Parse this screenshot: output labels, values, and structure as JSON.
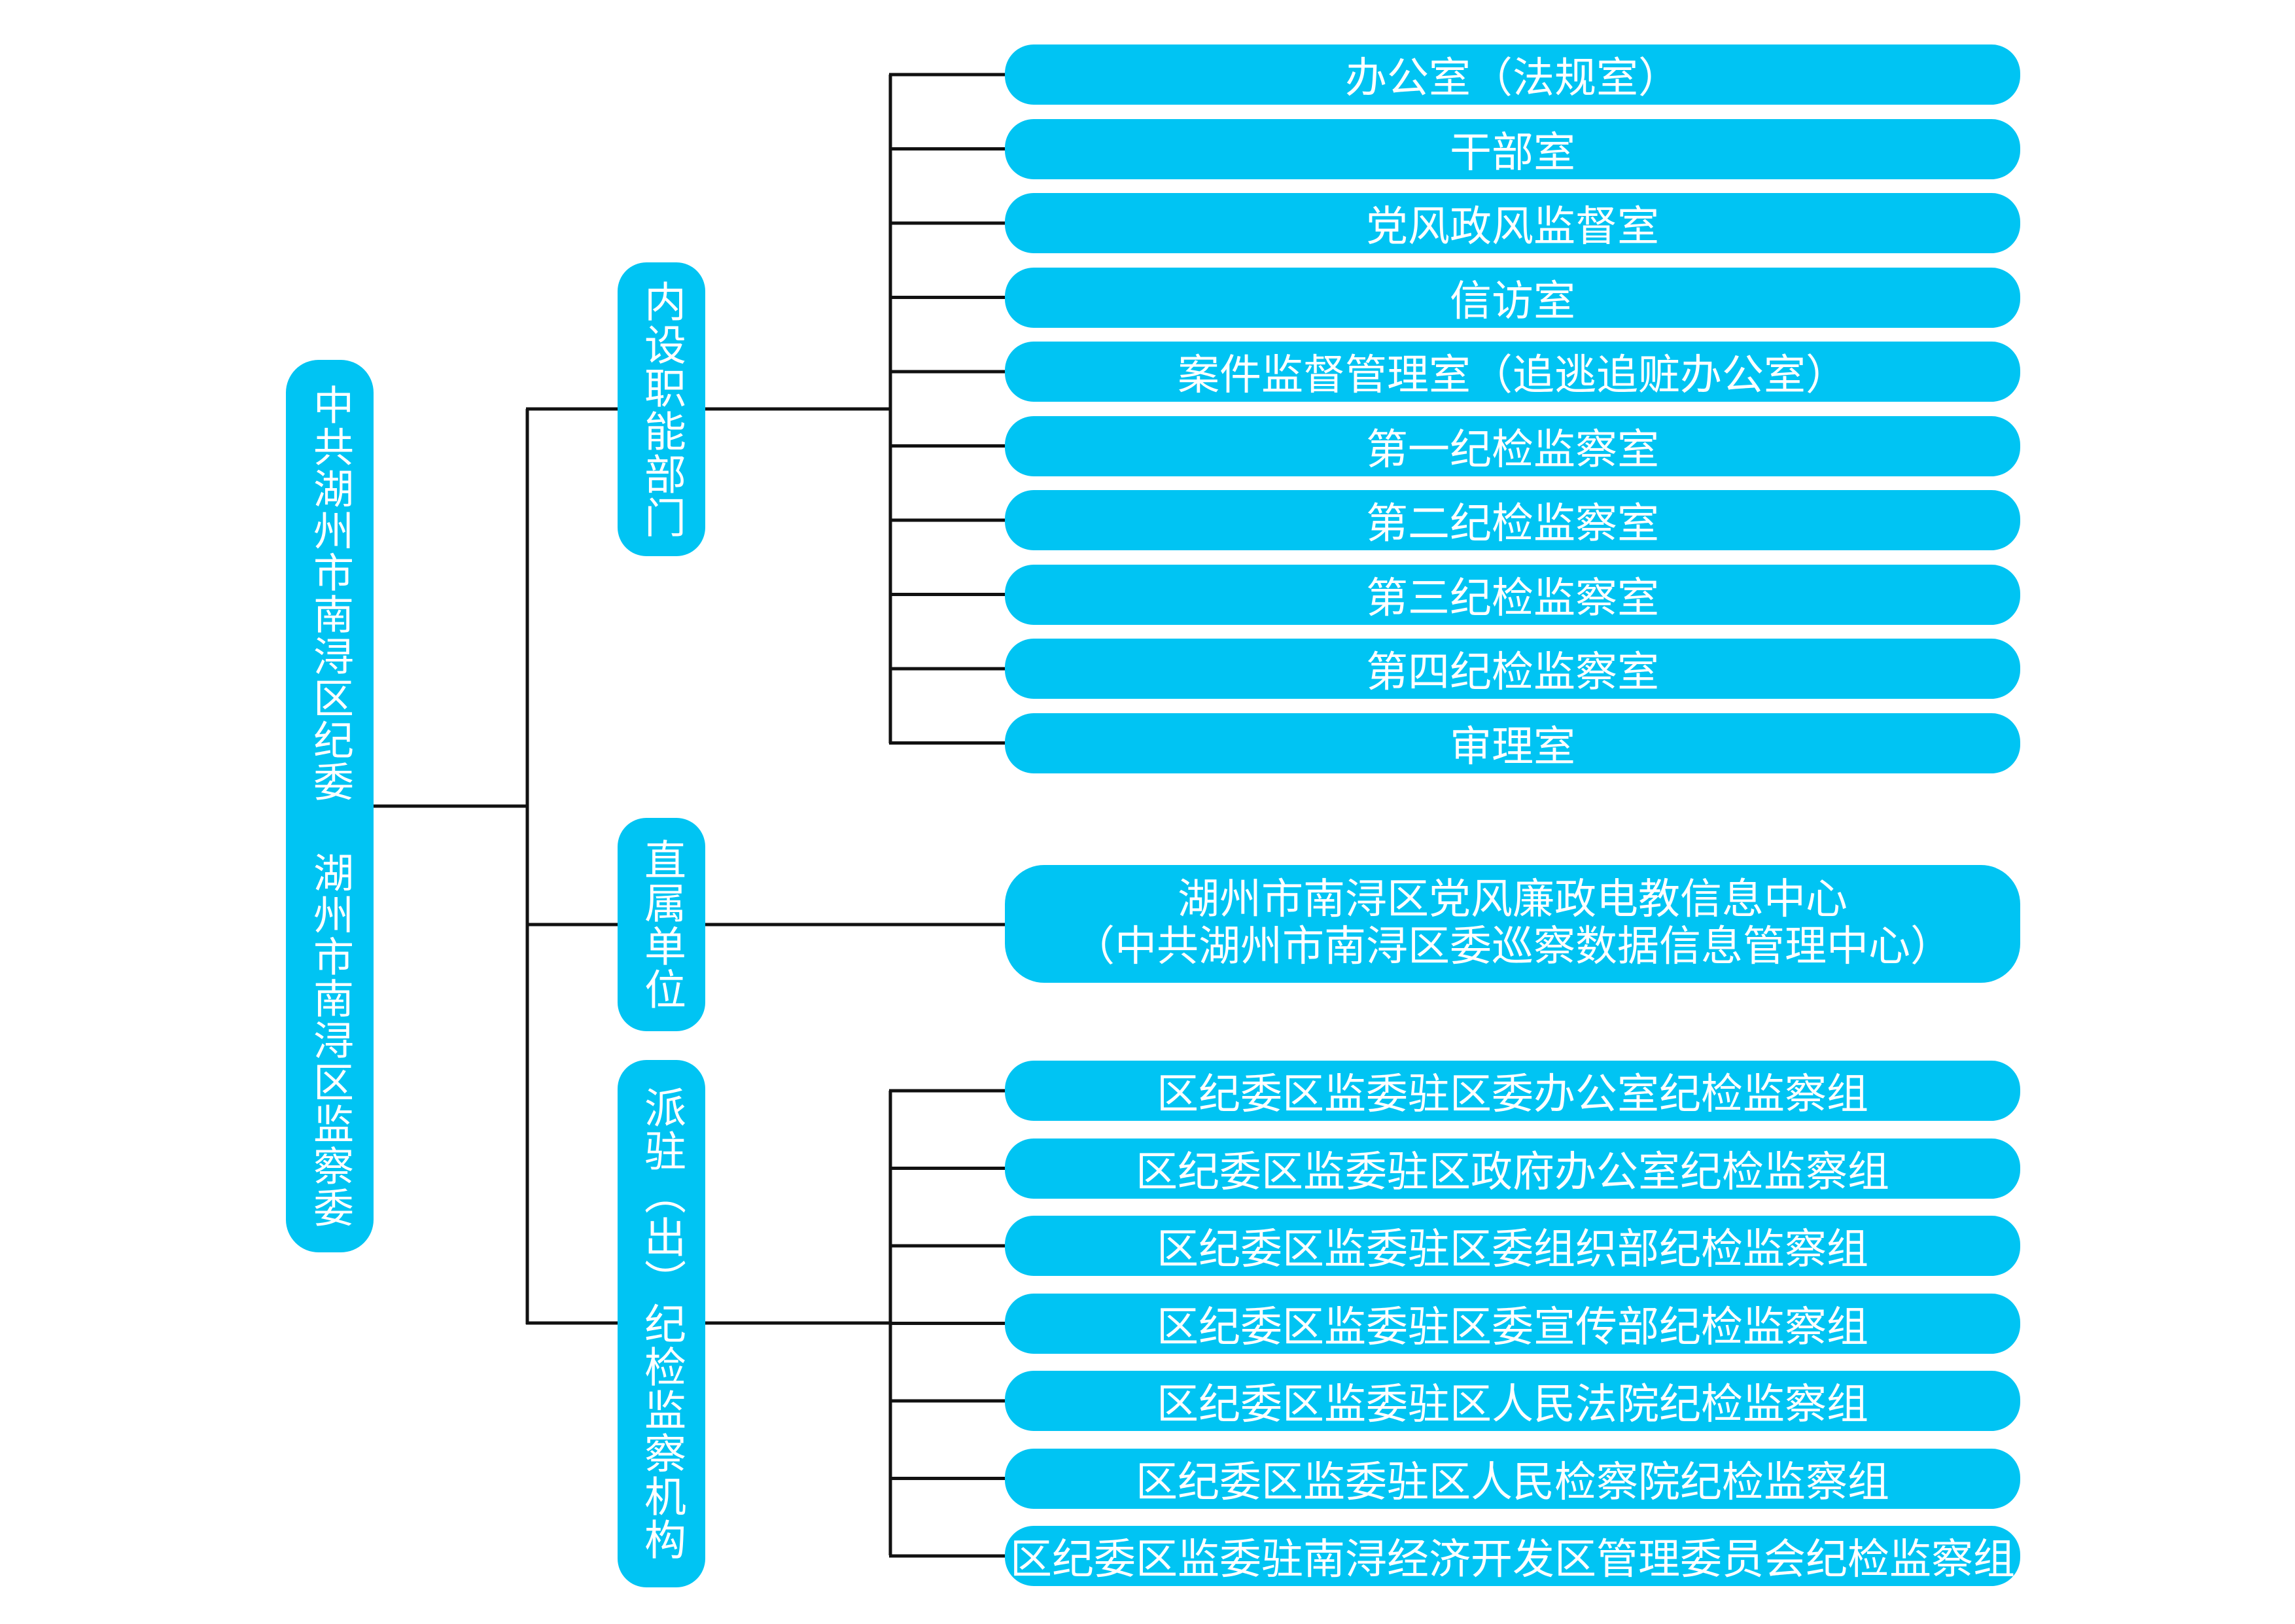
{
  "root": {
    "label": "中共湖州市南浔区纪委 湖州市南浔区监察委"
  },
  "categories": {
    "internal": {
      "label": "内设职能部门"
    },
    "direct": {
      "label": "直属单位"
    },
    "dispatched": {
      "label": "派驻（出）纪检监察机构"
    }
  },
  "internal_items": [
    "办公室（法规室）",
    "干部室",
    "党风政风监督室",
    "信访室",
    "案件监督管理室（追逃追赃办公室）",
    "第一纪检监察室",
    "第二纪检监察室",
    "第三纪检监察室",
    "第四纪检监察室",
    "审理室"
  ],
  "direct_item": {
    "line1": "湖州市南浔区党风廉政电教信息中心",
    "line2": "（中共湖州市南浔区委巡察数据信息管理中心）"
  },
  "dispatched_items": [
    "区纪委区监委驻区委办公室纪检监察组",
    "区纪委区监委驻区政府办公室纪检监察组",
    "区纪委区监委驻区委组织部纪检监察组",
    "区纪委区监委驻区委宣传部纪检监察组",
    "区纪委区监委驻区人民法院纪检监察组",
    "区纪委区监委驻区人民检察院纪检监察组",
    "区纪委区监委驻南浔经济开发区管理委员会纪检监察组"
  ],
  "colors": {
    "box_fill": "#00c4f3",
    "text": "#ffffff",
    "connector": "#111111"
  }
}
